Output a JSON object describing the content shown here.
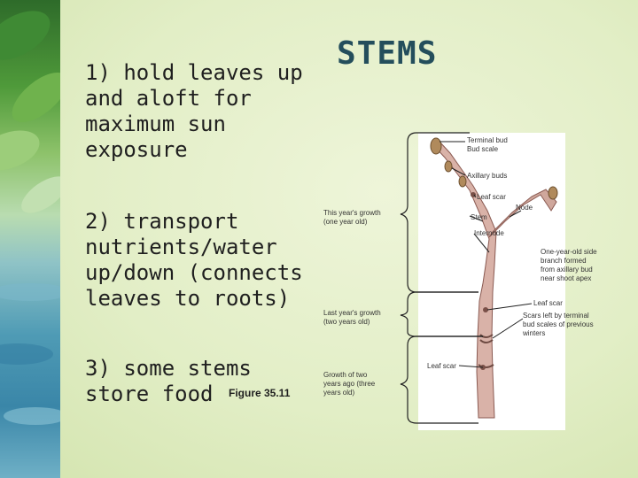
{
  "title": "STEMS",
  "points": [
    "1) hold leaves up and aloft for maximum sun exposure",
    "2) transport nutrients/water up/down (connects leaves to roots)",
    "3) some stems store food"
  ],
  "figure_ref": "Figure 35.11",
  "diagram": {
    "labels": {
      "terminal_bud": "Terminal bud",
      "bud_scale": "Bud scale",
      "axillary_buds": "Axillary buds",
      "leaf_scar_top": "Leaf scar",
      "node": "Node",
      "stem": "Stem",
      "internode": "Internode",
      "side_branch": [
        "One-year-old side",
        "branch formed",
        "from axillary bud",
        "near shoot apex"
      ],
      "leaf_scar_mid": "Leaf scar",
      "scars_terminal": [
        "Scars left by terminal",
        "bud scales of previous",
        "winters"
      ],
      "leaf_scar_low": "Leaf scar"
    },
    "brackets": {
      "this_year": [
        "This year's growth",
        "(one year old)"
      ],
      "last_year": [
        "Last year's growth",
        "(two years old)"
      ],
      "two_years_ago": [
        "Growth of two",
        "years ago (three",
        "years old)"
      ]
    }
  }
}
